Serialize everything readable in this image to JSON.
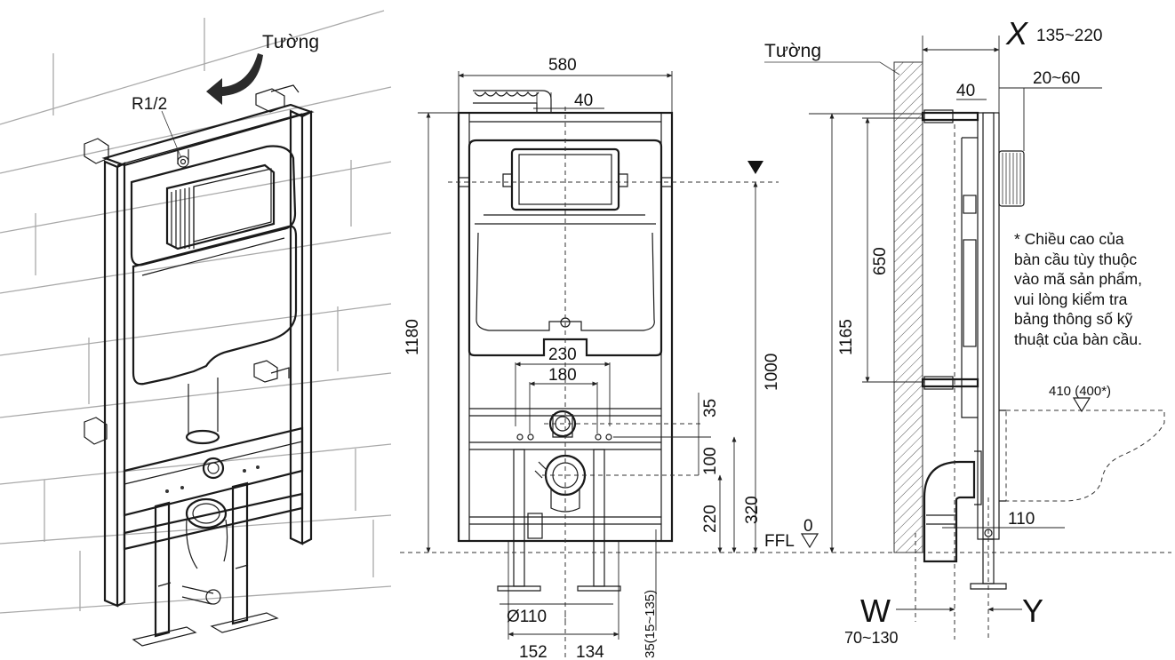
{
  "labels": {
    "wall_left": "Tường",
    "wall_right": "Tường",
    "inlet": "R1/2",
    "ffl": "FFL",
    "ffl_zero": "0",
    "x_letter": "X",
    "x_range": "135~220",
    "w_letter": "W",
    "w_range": "70~130",
    "y_letter": "Y",
    "bowl_height": "410 (400*)"
  },
  "front_dims": {
    "width": "580",
    "offset_top": "40",
    "height_total": "1180",
    "axis_height": "1000",
    "bolt_outer": "230",
    "bolt_inner": "180",
    "d35": "35",
    "d100": "100",
    "d220": "220",
    "d320": "320",
    "pipe_dia": "Ø110",
    "left_152": "152",
    "right_134": "134",
    "leg_range": "35(15~135)"
  },
  "side_dims": {
    "d40": "40",
    "d20_60": "20~60",
    "d650": "650",
    "d1165": "1165",
    "d110": "110"
  },
  "note_lines": [
    "* Chiều cao của",
    "bàn cầu tùy thuộc",
    "vào mã sản phẩm,",
    "vui lòng kiểm tra",
    "bảng thông số kỹ",
    "thuật của bàn cầu."
  ]
}
